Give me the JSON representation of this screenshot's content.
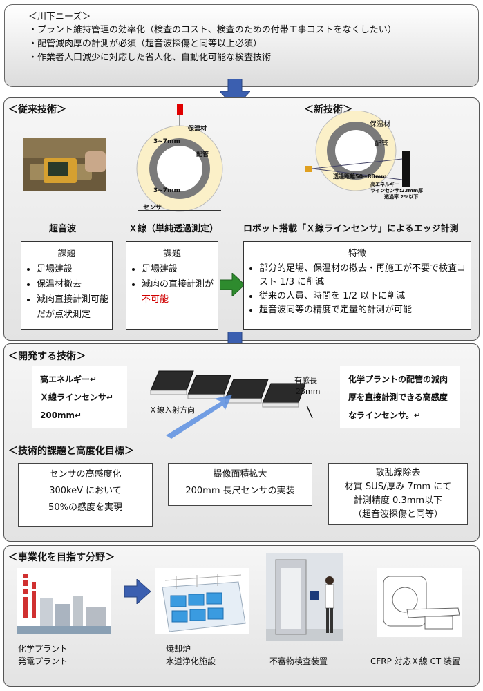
{
  "needs": {
    "heading": "＜川下ニーズ＞",
    "items": [
      "・プラント維持管理の効率化（検査のコスト、検査のための付帯工事コストをなくしたい）",
      "・配管減肉厚の計測が必須（超音波探傷と同等以上必須）",
      "・作業者人口減少に対応した省人化、自動化可能な検査技術"
    ]
  },
  "conventional": {
    "heading": "＜従来技術＞",
    "new_heading": "＜新技術＞",
    "ultrasonic_label": "超音波",
    "xray_label": "Ｘ線（単純透過測定）",
    "robot_label": "ロボット搭載「Ｘ線ラインセンサ」によるエッジ計測",
    "diagram_old": {
      "insulation": "保温材",
      "pipe": "配管",
      "top_thickness": "3~7mm",
      "bottom_thickness": "3~7mm",
      "sensor": "センサ"
    },
    "diagram_new": {
      "insulation": "保温材",
      "pipe": "配管",
      "distance": "透過距離50~80mm",
      "sensor_line1": "高エネルギー",
      "sensor_line2": "ラインセンサ:23mm厚",
      "sensor_line3": "透過率 2%以下"
    },
    "card_ultrasonic": {
      "title": "課題",
      "items": [
        "足場建設",
        "保温材撤去",
        "減肉直接計測可能だが点状測定"
      ]
    },
    "card_xray": {
      "title": "課題",
      "items": [
        "足場建設"
      ],
      "last_prefix": "減肉の直接計測が",
      "last_red": "不可能"
    },
    "card_new": {
      "title": "特徴",
      "items": [
        "部分的足場、保温材の撤去・再施工が不要で検査コスト 1/3 に削減",
        "従来の人員、時間を 1/2 以下に削減",
        "超音波同等の精度で定量的計測が可能"
      ]
    }
  },
  "develop": {
    "heading": "＜開発する技術＞",
    "left_line1": "高エネルギー↵",
    "left_line2": "Ｘ線ラインセンサ↵",
    "left_line3": "200mm↵",
    "incident": "Ｘ線入射方向",
    "sens_length_label": "有感長",
    "sens_length_value": "23mm",
    "right_text": "化学プラントの配管の減肉厚を直接計測できる高感度なラインセンサ。↵",
    "subheading": "＜技術的課題と高度化目標＞",
    "targets": [
      {
        "lines": [
          "センサの高感度化",
          "300keV において",
          "50%の感度を実現"
        ]
      },
      {
        "lines": [
          "撮像面積拡大",
          "200mm 長尺センサの実装"
        ]
      },
      {
        "lines": [
          "散乱線除去",
          "材質 SUS/厚み 7mm にて",
          "計測精度 0.3mm以下",
          "（超音波探傷と同等）"
        ]
      }
    ]
  },
  "business": {
    "heading": "＜事業化を目指す分野＞",
    "captions": [
      [
        "化学プラント",
        "発電プラント"
      ],
      [
        "焼却炉",
        "水道浄化施設"
      ],
      [
        "不審物検査装置"
      ],
      [
        "CFRP 対応Ｘ線 CT 装置"
      ]
    ]
  },
  "colors": {
    "arrow_blue": "#3b5fb0",
    "arrow_green": "#2e8b2e",
    "red": "#d00000"
  }
}
